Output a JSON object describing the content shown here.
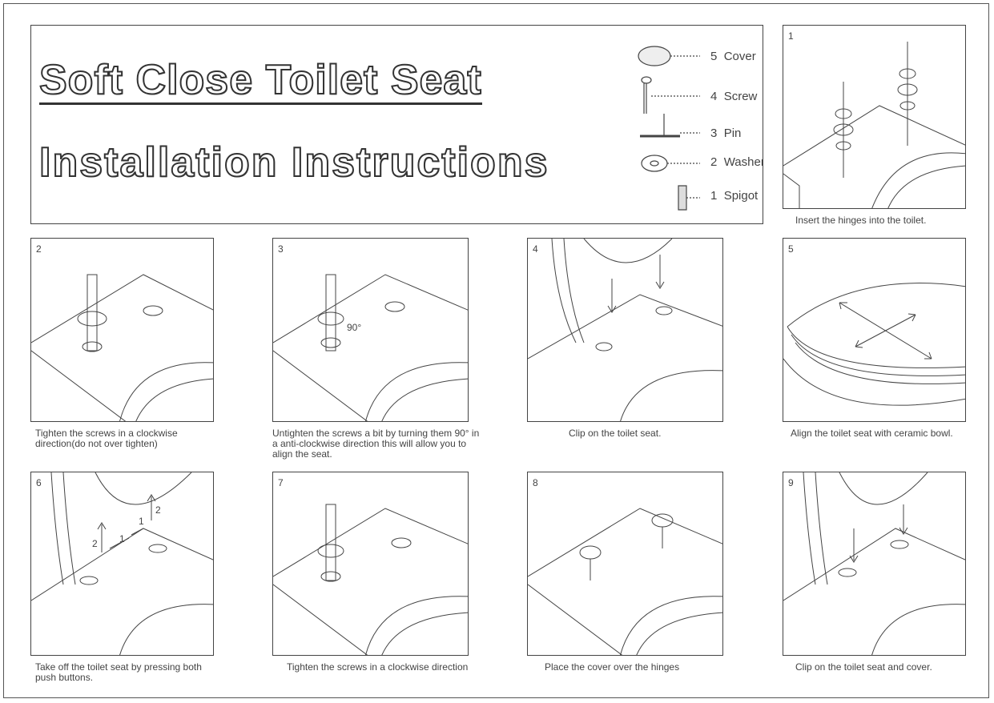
{
  "title": {
    "line1": "Soft Close Toilet Seat",
    "line2": "Installation Instructions"
  },
  "parts": [
    {
      "num": "5",
      "name": "Cover"
    },
    {
      "num": "4",
      "name": "Screw"
    },
    {
      "num": "3",
      "name": "Pin"
    },
    {
      "num": "2",
      "name": "Washer"
    },
    {
      "num": "1",
      "name": "Spigot"
    }
  ],
  "steps": [
    {
      "num": "1",
      "caption": "Insert the hinges into the toilet."
    },
    {
      "num": "2",
      "caption": "Tighten the screws in a clockwise direction(do not over tighten)"
    },
    {
      "num": "3",
      "caption": "Untighten the screws a bit by turning them 90° in a anti-clockwise direction this will allow you to align the seat.",
      "angle_label": "90°"
    },
    {
      "num": "4",
      "caption": "Clip on the toilet seat."
    },
    {
      "num": "5",
      "caption": "Align the toilet seat with ceramic bowl."
    },
    {
      "num": "6",
      "caption": "Take off the toilet seat by pressing both push buttons.",
      "markers": [
        "2",
        "1",
        "1",
        "2"
      ]
    },
    {
      "num": "7",
      "caption": "Tighten the screws in a clockwise direction"
    },
    {
      "num": "8",
      "caption": "Place the cover over the hinges"
    },
    {
      "num": "9",
      "caption": "Clip on the toilet seat and cover."
    }
  ]
}
